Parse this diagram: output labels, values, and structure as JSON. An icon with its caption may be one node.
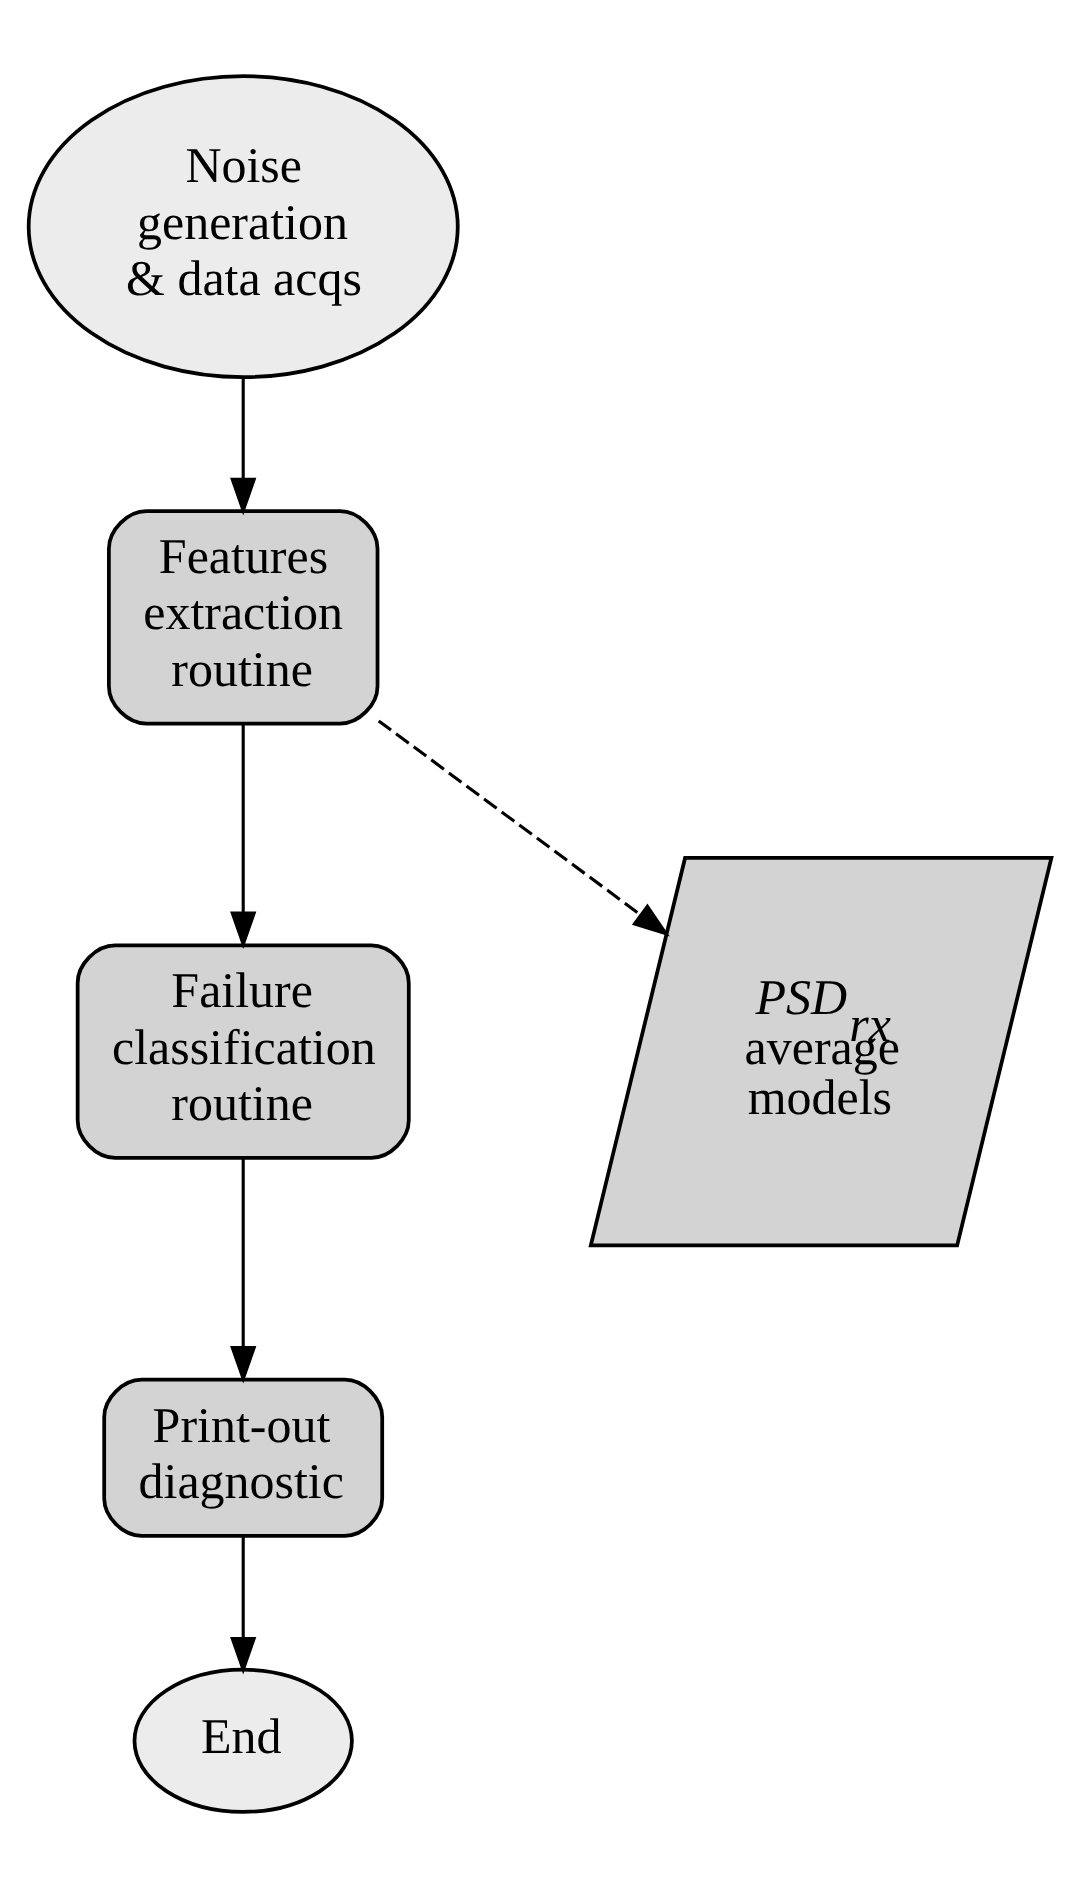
{
  "diagram": {
    "nodes": [
      {
        "text": [
          "Noise generation & data acqs"
        ]
      },
      {
        "text": [
          "Features extraction routine"
        ]
      },
      {
        "text": [
          "Failure classification routine"
        ]
      },
      {
        "text": [
          "*PSD*$_{rx}$ average models"
        ]
      },
      {
        "text": [
          "Print-out diagnostic"
        ]
      },
      {
        "text": [
          "End"
        ]
      }
    ],
    "edges": [
      {
        "from": 0,
        "to": 1,
        "arrow": "to"
      },
      {
        "from": 1,
        "to": 2,
        "arrow": "to"
      },
      {
        "from": 1,
        "to": 3,
        "arrow": "to",
        "style": "dashed"
      },
      {
        "from": 2,
        "to": 4,
        "arrow": "to"
      },
      {
        "from": 4,
        "to": 5,
        "arrow": "to"
      }
    ]
  }
}
